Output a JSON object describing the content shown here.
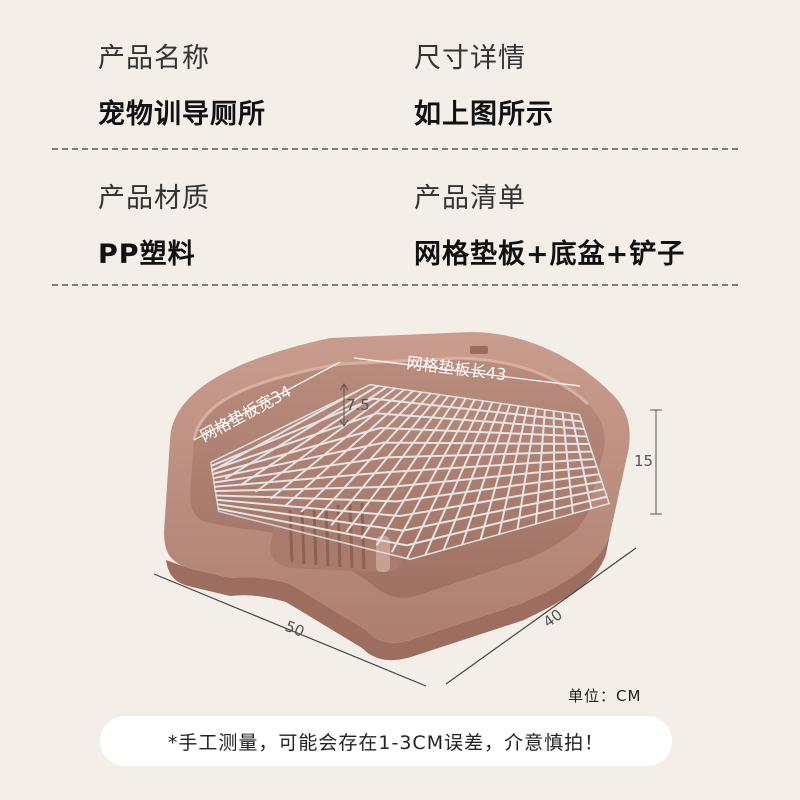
{
  "specs": {
    "name_label": "产品名称",
    "name_value": "宠物训导厕所",
    "size_label": "尺寸详情",
    "size_value": "如上图所示",
    "material_label": "产品材质",
    "material_value": "PP塑料",
    "list_label": "产品清单",
    "list_value": "网格垫板+底盆+铲子"
  },
  "figure": {
    "grid_width_label": "网格垫板宽34",
    "grid_length_label": "网格垫板长43",
    "depth_label": "7.5",
    "height_label": "15",
    "length_label": "50",
    "width_label": "40"
  },
  "unit_note": "单位：CM",
  "disclaimer": "*手工测量，可能会存在1-3CM误差，介意慎拍！",
  "colors": {
    "background": "#f3efe8",
    "tray": "#c09385",
    "tray_dark": "#a77868",
    "grid": "#d9d9db",
    "disclaimer_bg": "#ffffff"
  }
}
